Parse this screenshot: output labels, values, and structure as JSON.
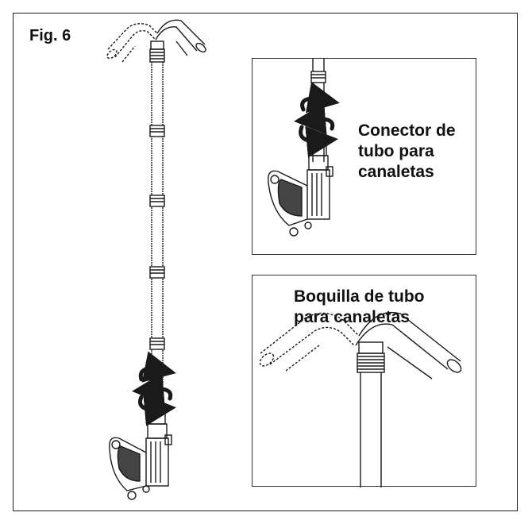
{
  "figure": {
    "label": "Fig. 6"
  },
  "insets": {
    "connector": {
      "caption_lines": [
        "Conector de",
        "tubo para",
        "canaletas"
      ]
    },
    "nozzle": {
      "caption_lines": [
        "Boquilla de tubo",
        "para canaletas"
      ]
    }
  },
  "colors": {
    "line": "#1a1a1a",
    "background": "#ffffff"
  },
  "icons": [
    "rotation-arrows-icon",
    "gutter-nozzle-icon",
    "vacuum-handle-icon"
  ]
}
